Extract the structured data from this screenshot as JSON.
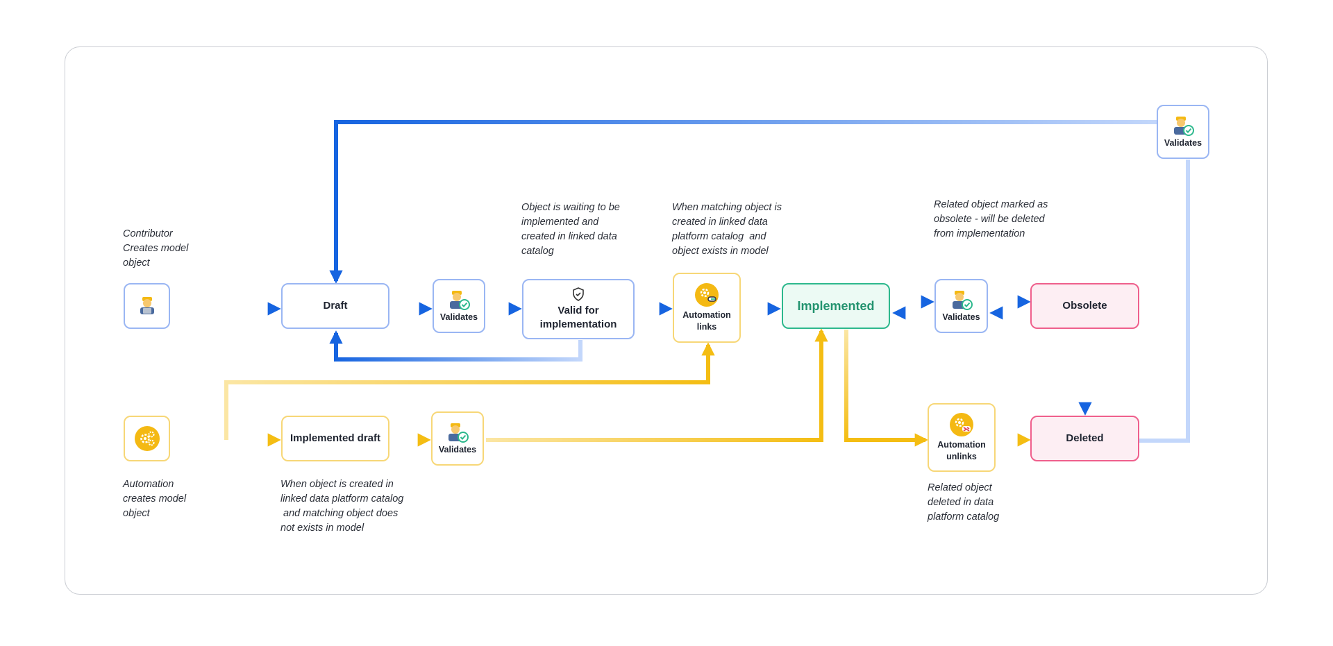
{
  "colors": {
    "blue": "#1664e0",
    "blue_light": "#c3d7fb",
    "yellow": "#f4bd13",
    "yellow_light": "#fbe6a4",
    "green": "#2db88d",
    "pink": "#ef5f8c"
  },
  "nodes": {
    "contributor": {
      "icon": "person-laptop-icon"
    },
    "draft": {
      "label": "Draft"
    },
    "validates_1": {
      "label": "Validates",
      "icon": "person-check-icon"
    },
    "valid_for_impl": {
      "label": "Valid for implementation",
      "icon": "shield-check-icon"
    },
    "automation_links": {
      "label": "Automation links",
      "icon": "gear-link-icon"
    },
    "implemented": {
      "label": "Implemented"
    },
    "validates_2": {
      "label": "Validates",
      "icon": "person-check-icon"
    },
    "obsolete": {
      "label": "Obsolete"
    },
    "validates_top": {
      "label": "Validates",
      "icon": "person-check-icon"
    },
    "automation": {
      "icon": "gears-icon"
    },
    "implemented_draft": {
      "label": "Implemented draft"
    },
    "validates_3": {
      "label": "Validates",
      "icon": "person-check-icon"
    },
    "automation_unlinks": {
      "label": "Automation unlinks",
      "icon": "gear-unlink-icon"
    },
    "deleted": {
      "label": "Deleted"
    }
  },
  "notes": {
    "contributor": [
      "Contributor",
      "Creates model",
      "object"
    ],
    "waiting": [
      "Object is waiting to be",
      "implemented and",
      "created in linked data",
      "catalog"
    ],
    "matching": [
      "When matching object is",
      "created in linked data",
      "platform catalog  and",
      "object exists in model"
    ],
    "obsolete": [
      "Related object marked as",
      "obsolete - will be deleted",
      "from implementation"
    ],
    "automation": [
      "Automation",
      "creates model",
      "object"
    ],
    "impl_draft": [
      "When object is created in",
      "linked data platform catalog",
      " and matching object does",
      "not exists in model"
    ],
    "deleted": [
      "Related object",
      "deleted in data",
      "platform catalog"
    ]
  }
}
